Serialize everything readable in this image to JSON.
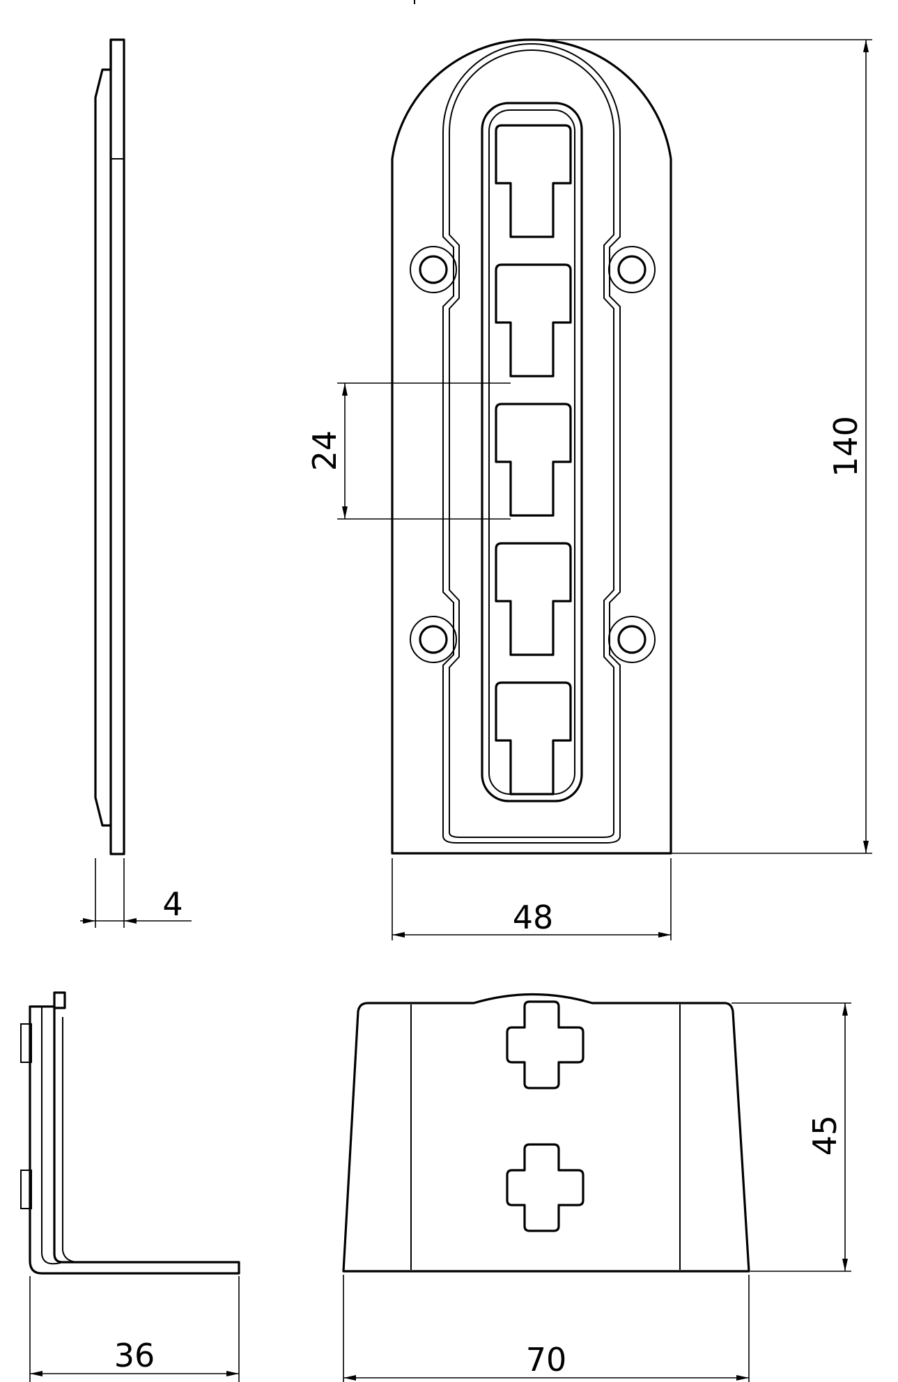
{
  "drawing": {
    "dimensions": {
      "thickness": "4",
      "width": "48",
      "height": "140",
      "slot_pitch": "24",
      "depth": "36",
      "base_width": "70",
      "side_height": "45"
    }
  }
}
